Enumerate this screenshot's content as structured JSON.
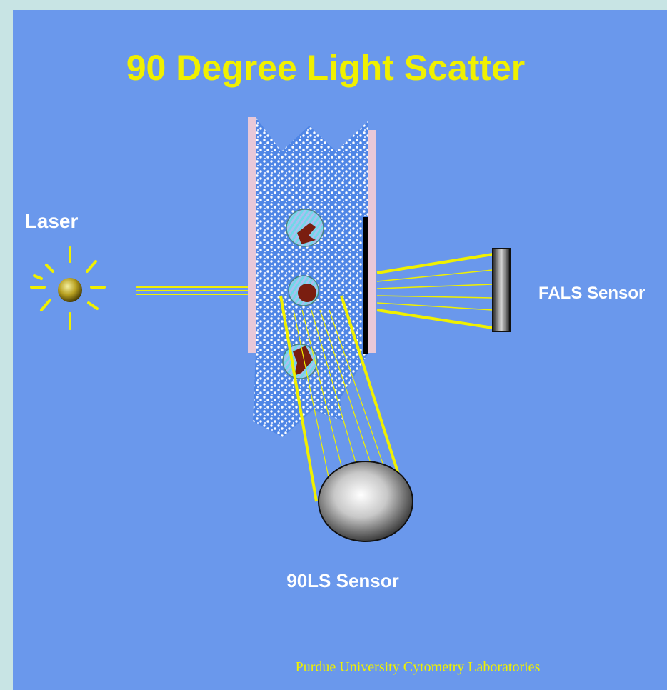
{
  "title": "90 Degree Light Scatter",
  "labels": {
    "laser": "Laser",
    "fals_sensor": "FALS Sensor",
    "side_sensor": "90LS Sensor"
  },
  "credit": "Purdue University Cytometry Laboratories",
  "colors": {
    "background": "#6a98ec",
    "title": "#f0f000",
    "beam": "#f0f000",
    "label": "#ffffff",
    "flow_cell": "#4f86e6",
    "cell_nucleus": "#7a1e10"
  }
}
